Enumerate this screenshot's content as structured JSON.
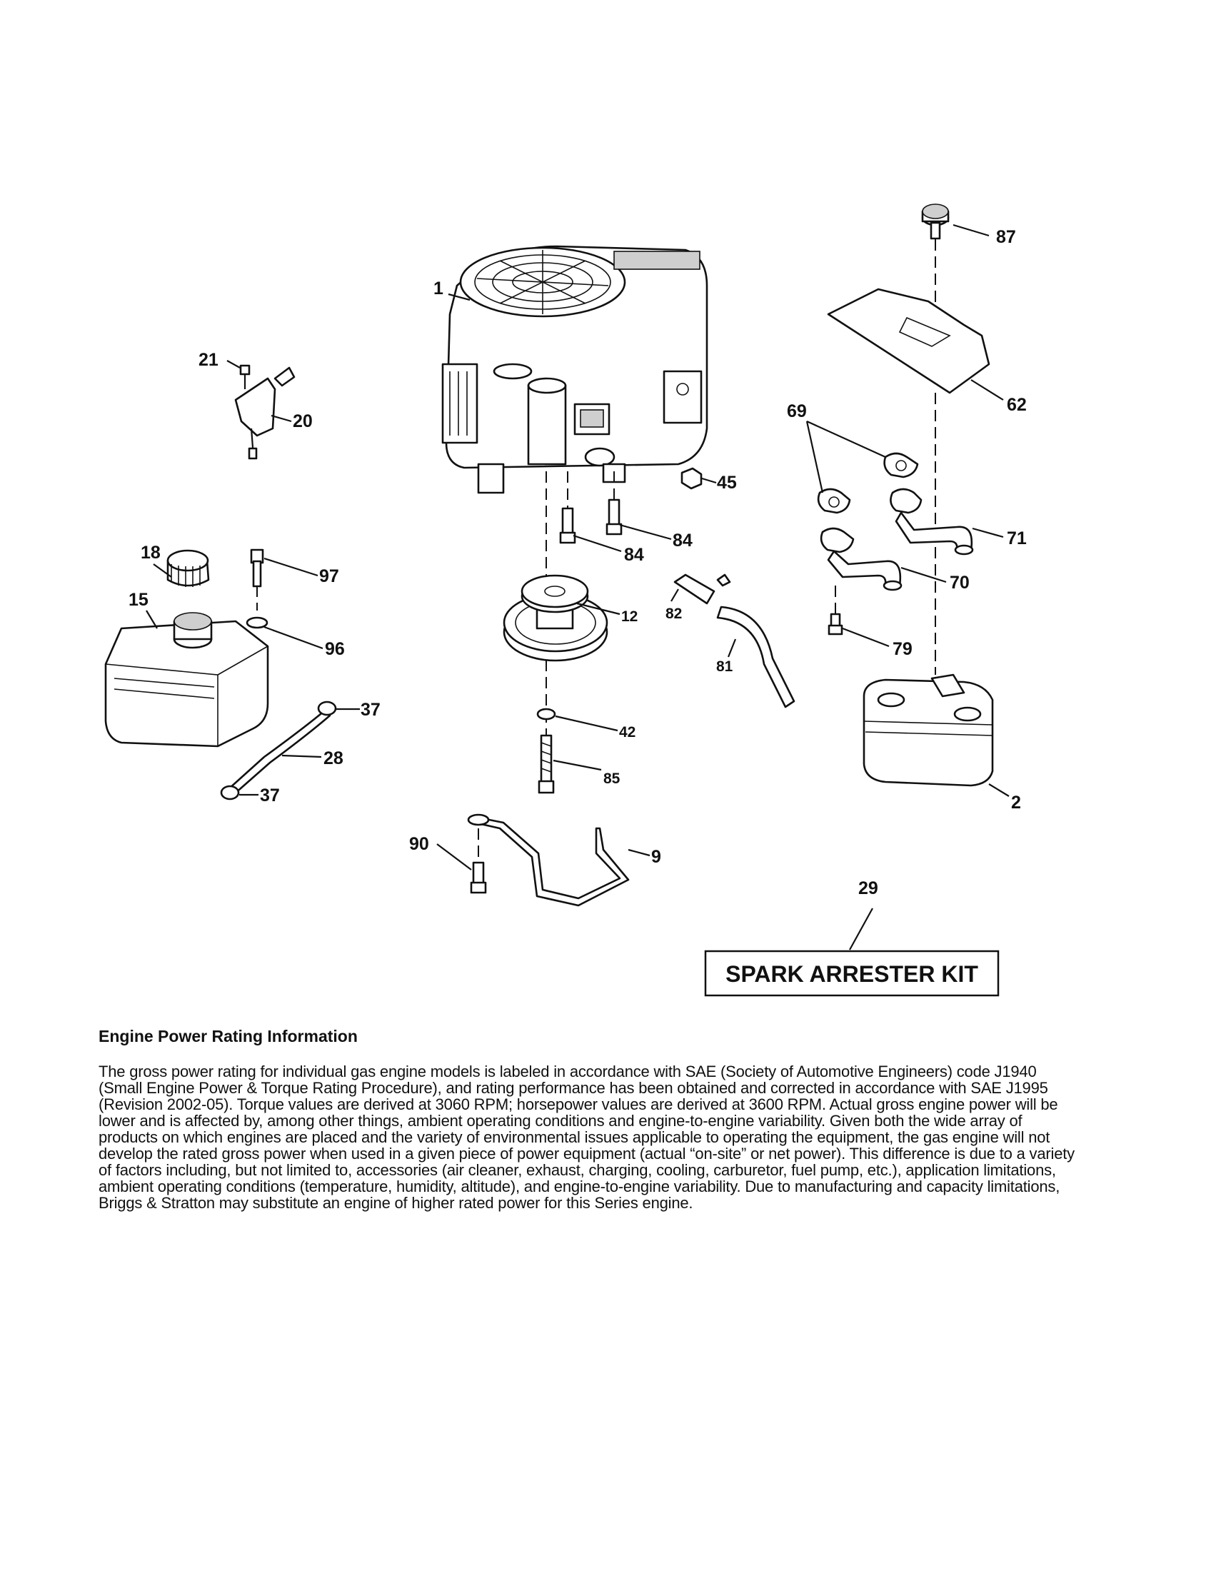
{
  "parts": {
    "p1": "1",
    "p2": "2",
    "p9": "9",
    "p12": "12",
    "p15": "15",
    "p18": "18",
    "p20": "20",
    "p21": "21",
    "p28": "28",
    "p29": "29",
    "p37a": "37",
    "p37b": "37",
    "p42": "42",
    "p45": "45",
    "p62": "62",
    "p69": "69",
    "p70": "70",
    "p71": "71",
    "p79": "79",
    "p81": "81",
    "p82": "82",
    "p84a": "84",
    "p84b": "84",
    "p85": "85",
    "p87": "87",
    "p90": "90",
    "p96": "96",
    "p97": "97"
  },
  "kit_label": "SPARK ARRESTER KIT",
  "info": {
    "heading": "Engine Power Rating Information",
    "body": "The gross power rating for individual gas engine models is labeled in accordance with SAE (Society of Automotive Engineers) code J1940 (Small Engine Power & Torque Rating Procedure), and rating performance has been obtained and corrected in accordance with SAE J1995 (Revision 2002-05). Torque values are derived at 3060 RPM; horsepower values are derived at 3600 RPM. Actual gross engine power will be lower and is affected by, among other things, ambient operating conditions and engine-to-engine variability. Given both the wide array of products on which engines are placed and the variety of environmental issues applicable to operating the equipment, the gas engine will not develop the rated gross power when used in a given piece of power equipment (actual “on-site” or net power). This difference is due to a variety of factors including, but not limited to, accessories (air cleaner, exhaust, charging, cooling, carburetor, fuel pump, etc.), application limitations, ambient operating conditions (temperature, humidity, altitude), and engine-to-engine variability. Due to manufacturing and capacity limitations, Briggs & Stratton may substitute an engine of higher rated power for this Series engine."
  }
}
